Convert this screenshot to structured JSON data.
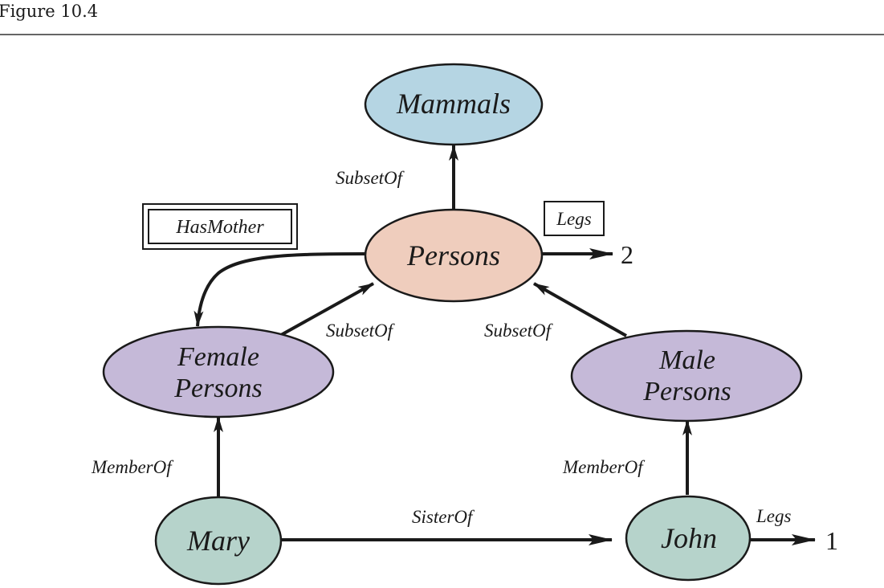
{
  "header": {
    "title": "Figure 10.4"
  },
  "colors": {
    "mammals": "#b5d5e3",
    "persons": "#efcdbd",
    "category": "#c5b9d8",
    "individual": "#b6d3cb",
    "stroke": "#1a1a1a"
  },
  "nodes": {
    "mammals": {
      "label": "Mammals"
    },
    "persons": {
      "label": "Persons"
    },
    "female": {
      "line1": "Female",
      "line2": "Persons"
    },
    "male": {
      "line1": "Male",
      "line2": "Persons"
    },
    "mary": {
      "label": "Mary"
    },
    "john": {
      "label": "John"
    }
  },
  "edges": {
    "persons_mammals": "SubsetOf",
    "female_persons": "SubsetOf",
    "male_persons": "SubsetOf",
    "mary_female": "MemberOf",
    "john_male": "MemberOf",
    "mary_john": "SisterOf",
    "persons_legs": "Legs",
    "john_legs": "Legs",
    "has_mother": "HasMother"
  },
  "values": {
    "persons_legs_value": "2",
    "john_legs_value": "1"
  }
}
